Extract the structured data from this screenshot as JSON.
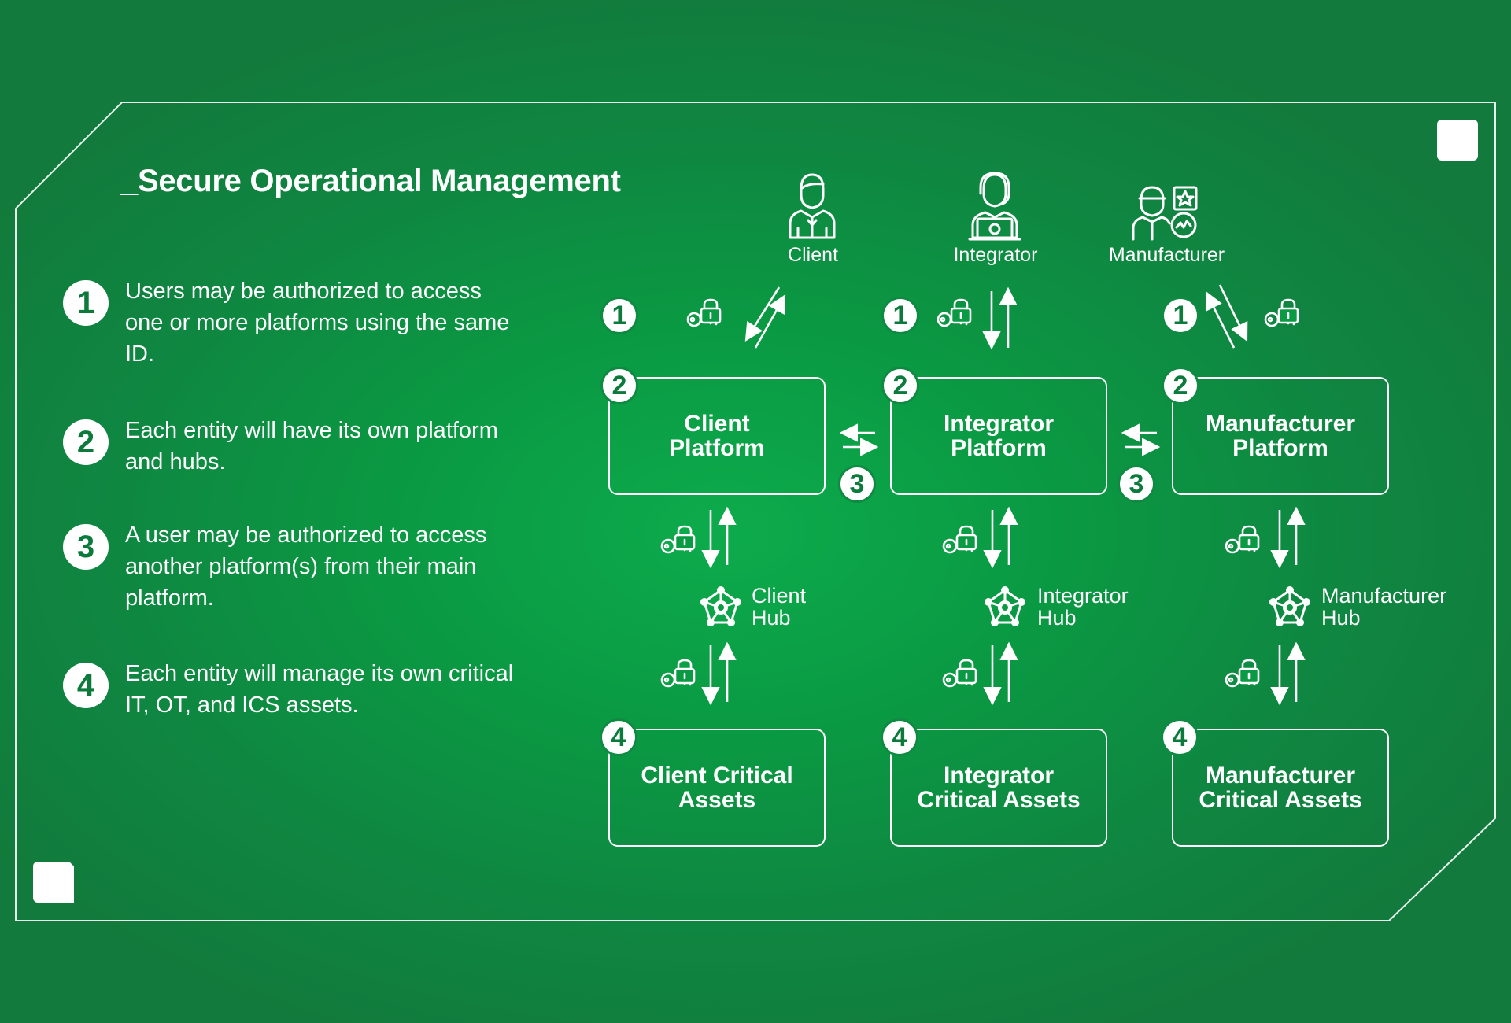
{
  "title": "_Secure Operational Management",
  "notes": [
    {
      "number": "1",
      "text": "Users may be authorized to access one or more platforms using the same ID."
    },
    {
      "number": "2",
      "text": "Each entity will have its own platform and hubs."
    },
    {
      "number": "3",
      "text": "A user may be authorized to access another platform(s) from their main platform."
    },
    {
      "number": "4",
      "text": "Each entity will manage its own critical IT, OT, and ICS assets."
    }
  ],
  "users": {
    "client": "Client",
    "integrator": "Integrator",
    "manufacturer": "Manufacturer"
  },
  "platforms": {
    "client": "Client\nPlatform",
    "integrator": "Integrator\nPlatform",
    "manufacturer": "Manufacturer\nPlatform"
  },
  "hubs": {
    "client": "Client\nHub",
    "integrator": "Integrator\nHub",
    "manufacturer": "Manufacturer\nHub"
  },
  "assets": {
    "client": "Client Critical\nAssets",
    "integrator": "Integrator\nCritical Assets",
    "manufacturer": "Manufacturer\nCritical Assets"
  },
  "markers": {
    "one": "1",
    "two": "2",
    "three": "3",
    "four": "4"
  },
  "colors": {
    "background": "#0a9a43",
    "accent": "#ffffff",
    "badge_text": "#0b7a3b"
  },
  "icons": [
    "person-icon",
    "support-agent-icon",
    "engineer-icon",
    "key-lock-icon",
    "hub-network-icon",
    "arrow-icon"
  ]
}
